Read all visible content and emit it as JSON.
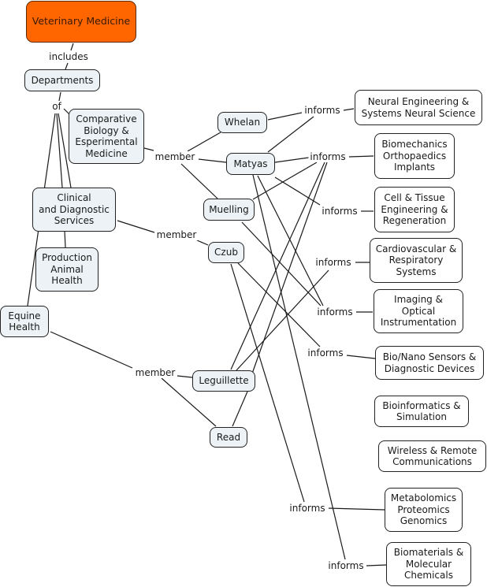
{
  "title": "Veterinary Medicine concept map",
  "nodes": {
    "vetmed": "Veterinary Medicine",
    "departments": "Departments",
    "comparative": "Comparative\nBiology &\nEsperimental\nMedicine",
    "clinical": "Clinical\nand Diagnostic\nServices",
    "production": "Production\nAnimal\nHealth",
    "equine": "Equine\nHealth",
    "whelan": "Whelan",
    "matyas": "Matyas",
    "muelling": "Muelling",
    "czub": "Czub",
    "leguillette": "Leguillette",
    "read": "Read",
    "neural": "Neural Engineering &\nSystems Neural Science",
    "biomech": "Biomechanics\nOrthopaedics\nImplants",
    "cell": "Cell & Tissue\nEngineering &\nRegeneration",
    "cardio": "Cardiovascular &\nRespiratory\nSystems",
    "imaging": "Imaging &\nOptical\nInstrumentation",
    "bionano": "Bio/Nano Sensors &\nDiagnostic Devices",
    "bioinfo": "Bioinformatics &\nSimulation",
    "wireless": "Wireless & Remote\nCommunications",
    "metabol": "Metabolomics\nProteomics\nGenomics",
    "biomat": "Biomaterials &\nMolecular\nChemicals"
  },
  "labels": {
    "includes": "includes",
    "of": "of",
    "member_1": "member",
    "member_2": "member",
    "member_3": "member",
    "informs_neural": "informs",
    "informs_biomech": "informs",
    "informs_cell": "informs",
    "informs_cardio": "informs",
    "informs_imaging": "informs",
    "informs_bionano": "informs",
    "informs_metabol": "informs",
    "informs_biomat": "informs"
  },
  "colors": {
    "root_fill": "#ff6600",
    "node_fill": "#ecf2f5",
    "topic_fill": "#ffffff",
    "stroke": "#1a1a1a"
  },
  "connections": [
    [
      "vetmed",
      "includes"
    ],
    [
      "includes",
      "departments"
    ],
    [
      "departments",
      "of"
    ],
    [
      "of",
      "comparative"
    ],
    [
      "of",
      "clinical"
    ],
    [
      "of",
      "production"
    ],
    [
      "of",
      "equine"
    ],
    [
      "comparative",
      "member_1"
    ],
    [
      "member_1",
      "whelan"
    ],
    [
      "member_1",
      "matyas"
    ],
    [
      "member_1",
      "muelling"
    ],
    [
      "clinical",
      "member_2"
    ],
    [
      "member_2",
      "czub"
    ],
    [
      "equine",
      "member_3"
    ],
    [
      "member_3",
      "leguillette"
    ],
    [
      "member_3",
      "read"
    ],
    [
      "whelan",
      "informs_neural"
    ],
    [
      "matyas",
      "informs_neural"
    ],
    [
      "informs_neural",
      "neural"
    ],
    [
      "matyas",
      "informs_biomech"
    ],
    [
      "muelling",
      "informs_biomech"
    ],
    [
      "leguillette",
      "informs_biomech"
    ],
    [
      "read",
      "informs_biomech"
    ],
    [
      "informs_biomech",
      "biomech"
    ],
    [
      "matyas",
      "informs_cell"
    ],
    [
      "informs_cell",
      "cell"
    ],
    [
      "leguillette",
      "informs_cardio"
    ],
    [
      "informs_cardio",
      "cardio"
    ],
    [
      "matyas",
      "informs_imaging"
    ],
    [
      "muelling",
      "informs_imaging"
    ],
    [
      "informs_imaging",
      "imaging"
    ],
    [
      "czub",
      "informs_bionano"
    ],
    [
      "informs_bionano",
      "bionano"
    ],
    [
      "czub",
      "informs_metabol"
    ],
    [
      "informs_metabol",
      "metabol"
    ],
    [
      "matyas",
      "informs_biomat"
    ],
    [
      "informs_biomat",
      "biomat"
    ]
  ]
}
